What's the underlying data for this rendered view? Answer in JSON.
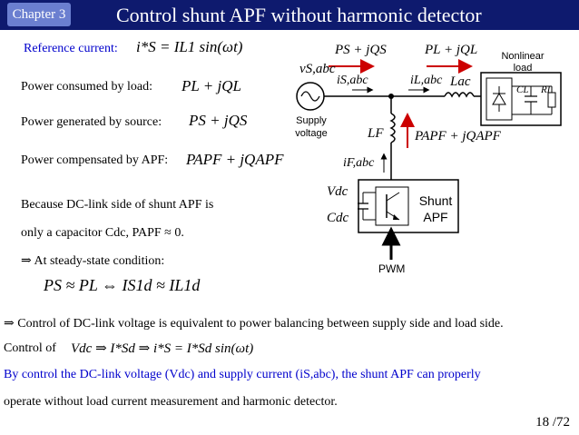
{
  "header": {
    "chapter": "Chapter 3",
    "title": "Control shunt APF without harmonic detector"
  },
  "left": {
    "ref_label": "Reference current:",
    "ref_eq": "i*S = IL1 sin(ωt)",
    "load_label": "Power consumed by load:",
    "load_eq": "PL + jQL",
    "source_label": "Power generated by source:",
    "source_eq": "PS + jQS",
    "apf_label": "Power compensated by APF:",
    "apf_eq": "PAPF + jQAPF",
    "dc_line1": "Because DC-link side of shunt APF is",
    "dc_line2": "only a capacitor Cdc, PAPF ≈ 0.",
    "steady": "⇒ At steady-state condition:",
    "steady_eq": "PS ≈ PL ⇔ IS1d ≈ IL1d"
  },
  "diagram": {
    "ps_label": "PS + jQS",
    "pl_label": "PL + jQL",
    "nonlinear_label": "Nonlinear load",
    "vs_label": "vS,abc",
    "is_label": "iS,abc",
    "il_label": "iL,abc",
    "lac_label": "Lac",
    "cl_label": "CL",
    "rl_label": "RL",
    "supply_label": "Supply voltage",
    "lf_label": "LF",
    "papf_label": "PAPF + jQAPF",
    "if_label": "iF,abc",
    "vdc_label": "Vdc",
    "cdc_label": "Cdc",
    "shunt_label": "Shunt APF",
    "pwm_label": "PWM"
  },
  "bottom": {
    "line1": "⇒ Control of DC-link voltage is equivalent to power balancing between supply side and load side.",
    "line2_label": "Control of",
    "line2_eq": "Vdc ⇒ I*Sd ⇒ i*S = I*Sd sin(ωt)",
    "line3": "By control the DC-link voltage (Vdc) and supply current (iS,abc), the shunt APF can properly",
    "line4": "operate without load current measurement and harmonic detector."
  },
  "page_number": "18 /72",
  "colors": {
    "header_bg": "#0e1a6e",
    "chapter_bg": "#6b7fd0",
    "accent_blue": "#0000cc",
    "arrow_red": "#cc0000"
  }
}
